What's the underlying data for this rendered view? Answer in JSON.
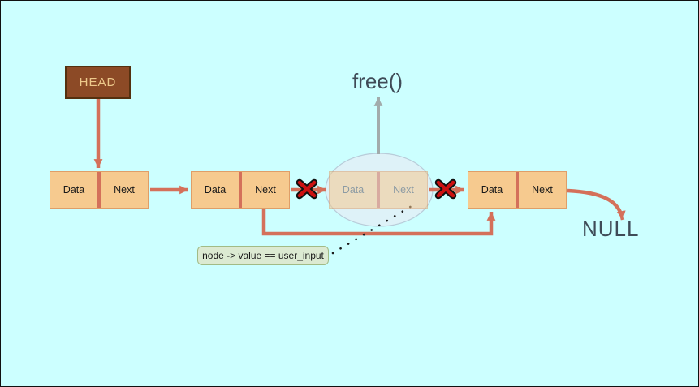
{
  "diagram": {
    "background_color": "#ccffff",
    "head": {
      "label": "HEAD"
    },
    "free_call_label": "free()",
    "null_label": "NULL",
    "condition_label": "node -> value == user_input",
    "nodes": [
      {
        "id": "node-1",
        "data_label": "Data",
        "next_label": "Next",
        "state": "normal"
      },
      {
        "id": "node-2",
        "data_label": "Data",
        "next_label": "Next",
        "state": "normal"
      },
      {
        "id": "node-3",
        "data_label": "Data",
        "next_label": "Next",
        "state": "freed"
      },
      {
        "id": "node-4",
        "data_label": "Data",
        "next_label": "Next",
        "state": "normal"
      }
    ],
    "colors": {
      "node_fill": "#f6ca8f",
      "node_border": "#df9e68",
      "pointer_arrow": "#d4705a",
      "head_fill": "#8c4a26",
      "head_text": "#edc98b",
      "broken_link_x": "#cc1111",
      "free_arrow": "#a2abab",
      "ellipse_fill": "#e0f0f7",
      "ellipse_border": "#b8ccd9",
      "condition_fill": "#dcead2",
      "condition_border": "#a2bb86",
      "text_dark": "#3f4b57"
    }
  }
}
